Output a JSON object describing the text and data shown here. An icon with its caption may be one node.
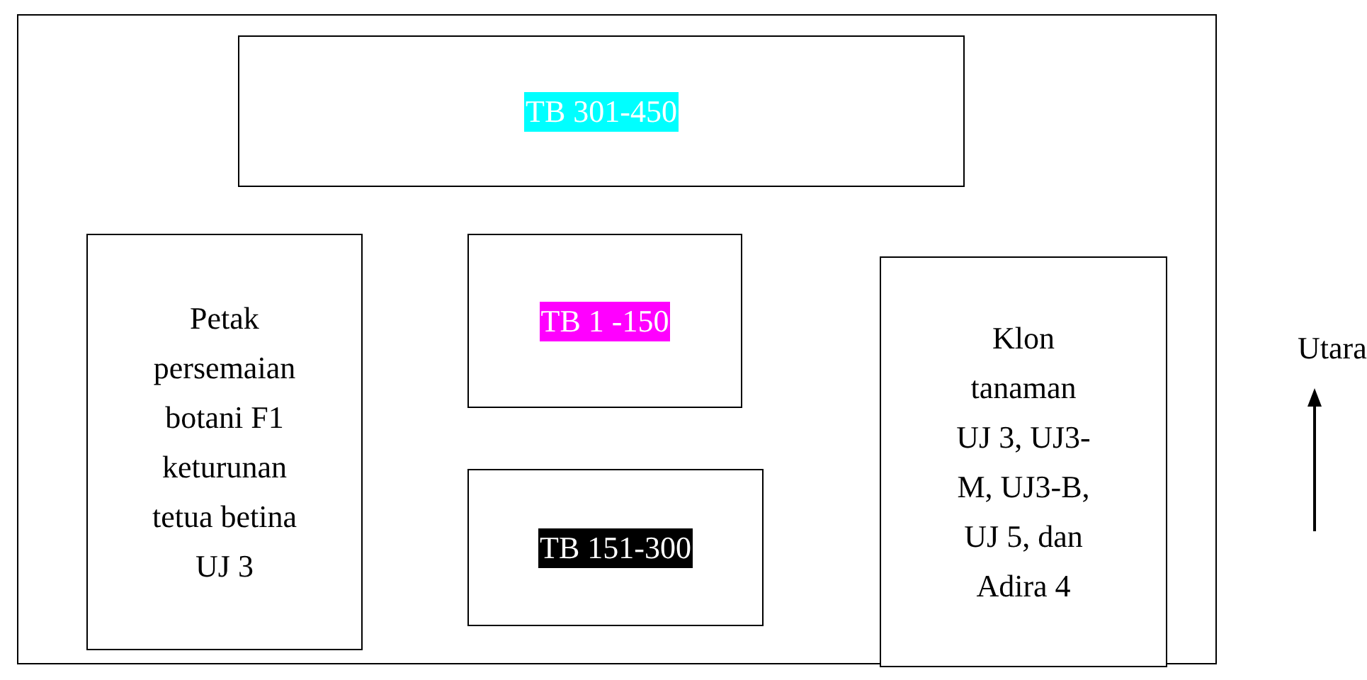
{
  "diagram": {
    "nodes": [
      {
        "text": [],
        "shape": "box"
      },
      {
        "text": [
          "TB 301-450"
        ],
        "in": 0
      },
      {
        "text": [
          "Petak persemaian botani F1 keturunan tetua betina UJ 3"
        ],
        "in": 0
      },
      {
        "text": [
          "TB 1 -150"
        ],
        "in": 0
      },
      {
        "text": [
          "TB 151-300"
        ],
        "in": 0
      },
      {
        "text": [
          "Klon tanaman UJ 3, UJ3-M, UJ3-B, UJ 5, dan Adira 4"
        ],
        "in": 0
      }
    ],
    "edges": [],
    "labels": [
      "Utara"
    ]
  }
}
